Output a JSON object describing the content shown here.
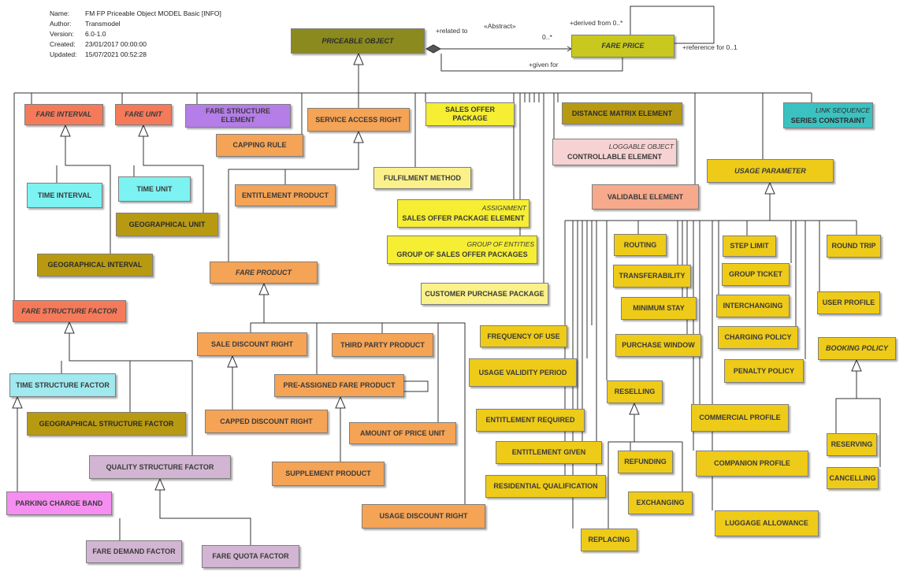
{
  "meta": {
    "name_label": "Name:",
    "name": "FM FP Priceable Object MODEL Basic [INFO]",
    "author_label": "Author:",
    "author": "Transmodel",
    "version_label": "Version:",
    "version": "6.0-1.0",
    "created_label": "Created:",
    "created": "23/01/2017 00:00:00",
    "updated_label": "Updated:",
    "updated": "15/07/2021 00:52:28"
  },
  "colors": {
    "priceable": "#8a8a1e",
    "fare_price": "#c8c81e",
    "red": "#f57a5a",
    "purple": "#b57de8",
    "orange": "#f5a355",
    "yellow": "#f5ee33",
    "olive": "#b89a12",
    "cyan": "#7cf2f2",
    "lightcyan": "#9fe9ef",
    "pink": "#f7d2d2",
    "salmon": "#f7a98c",
    "gold": "#eecb18",
    "teal": "#3cc1c1",
    "lilac": "#d2b5d2",
    "magenta": "#f58ef0",
    "pale_yellow": "#fbf18a"
  },
  "labels": {
    "related_to": "+related to",
    "abstract": "«Abstract»",
    "mult_0n": "0..*",
    "derived_from": "+derived from 0..*",
    "reference_for": "+reference for 0..1",
    "given_for": "+given for"
  },
  "boxes": {
    "priceable_object": {
      "name": "PRICEABLE OBJECT"
    },
    "fare_price": {
      "name": "FARE PRICE"
    },
    "fare_interval": {
      "name": "FARE INTERVAL"
    },
    "fare_unit": {
      "name": "FARE UNIT"
    },
    "fare_structure_element": {
      "name": "FARE STRUCTURE ELEMENT"
    },
    "service_access_right": {
      "name": "SERVICE ACCESS RIGHT"
    },
    "sales_offer_package": {
      "name": "SALES OFFER PACKAGE"
    },
    "distance_matrix_element": {
      "name": "DISTANCE MATRIX ELEMENT"
    },
    "series_constraint": {
      "name": "SERIES CONSTRAINT",
      "stereotype": "LINK SEQUENCE"
    },
    "capping_rule": {
      "name": "CAPPING RULE"
    },
    "controllable_element": {
      "name": "CONTROLLABLE ELEMENT",
      "stereotype": "LOGGABLE OBJECT"
    },
    "usage_parameter": {
      "name": "USAGE PARAMETER"
    },
    "time_interval": {
      "name": "TIME INTERVAL"
    },
    "time_unit": {
      "name": "TIME UNIT"
    },
    "fulfilment_method": {
      "name": "FULFILMENT METHOD"
    },
    "entitlement_product": {
      "name": "ENTITLEMENT PRODUCT"
    },
    "validable_element": {
      "name": "VALIDABLE ELEMENT"
    },
    "sales_offer_package_element": {
      "name": "SALES OFFER PACKAGE ELEMENT",
      "stereotype": "ASSIGNMENT"
    },
    "geographical_unit": {
      "name": "GEOGRAPHICAL UNIT"
    },
    "group_of_sales_offer_packages": {
      "name": "GROUP OF SALES OFFER PACKAGES",
      "stereotype": "GROUP OF ENTITIES"
    },
    "routing": {
      "name": "ROUTING"
    },
    "step_limit": {
      "name": "STEP LIMIT"
    },
    "round_trip": {
      "name": "ROUND TRIP"
    },
    "geographical_interval": {
      "name": "GEOGRAPHICAL INTERVAL"
    },
    "fare_product": {
      "name": "FARE PRODUCT"
    },
    "transferability": {
      "name": "TRANSFERABILITY"
    },
    "group_ticket": {
      "name": "GROUP TICKET"
    },
    "customer_purchase_package": {
      "name": "CUSTOMER PURCHASE PACKAGE"
    },
    "user_profile": {
      "name": "USER PROFILE"
    },
    "minimum_stay": {
      "name": "MINIMUM STAY"
    },
    "interchanging": {
      "name": "INTERCHANGING"
    },
    "fare_structure_factor": {
      "name": "FARE STRUCTURE FACTOR"
    },
    "sale_discount_right": {
      "name": "SALE DISCOUNT RIGHT"
    },
    "third_party_product": {
      "name": "THIRD PARTY PRODUCT"
    },
    "frequency_of_use": {
      "name": "FREQUENCY OF USE"
    },
    "charging_policy": {
      "name": "CHARGING POLICY"
    },
    "purchase_window": {
      "name": "PURCHASE WINDOW"
    },
    "booking_policy": {
      "name": "BOOKING POLICY"
    },
    "usage_validity_period": {
      "name": "USAGE VALIDITY PERIOD"
    },
    "penalty_policy": {
      "name": "PENALTY POLICY"
    },
    "time_structure_factor": {
      "name": "TIME STRUCTURE FACTOR"
    },
    "pre_assigned_fare_product": {
      "name": "PRE-ASSIGNED FARE PRODUCT"
    },
    "reselling": {
      "name": "RESELLING"
    },
    "commercial_profile": {
      "name": "COMMERCIAL PROFILE"
    },
    "entitlement_required": {
      "name": "ENTITLEMENT REQUIRED"
    },
    "geographical_structure_factor": {
      "name": "GEOGRAPHICAL STRUCTURE FACTOR"
    },
    "capped_discount_right": {
      "name": "CAPPED DISCOUNT RIGHT"
    },
    "amount_of_price_unit": {
      "name": "AMOUNT OF PRICE UNIT"
    },
    "reserving": {
      "name": "RESERVING"
    },
    "entitlement_given": {
      "name": "ENTITLEMENT GIVEN"
    },
    "refunding": {
      "name": "REFUNDING"
    },
    "companion_profile": {
      "name": "COMPANION PROFILE"
    },
    "quality_structure_factor": {
      "name": "QUALITY STRUCTURE FACTOR"
    },
    "supplement_product": {
      "name": "SUPPLEMENT PRODUCT"
    },
    "residential_qualification": {
      "name": "RESIDENTIAL QUALIFICATION"
    },
    "cancelling": {
      "name": "CANCELLING"
    },
    "parking_charge_band": {
      "name": "PARKING CHARGE BAND"
    },
    "exchanging": {
      "name": "EXCHANGING"
    },
    "usage_discount_right": {
      "name": "USAGE DISCOUNT RIGHT"
    },
    "luggage_allowance": {
      "name": "LUGGAGE ALLOWANCE"
    },
    "replacing": {
      "name": "REPLACING"
    },
    "fare_demand_factor": {
      "name": "FARE DEMAND FACTOR"
    },
    "fare_quota_factor": {
      "name": "FARE QUOTA FACTOR"
    }
  }
}
